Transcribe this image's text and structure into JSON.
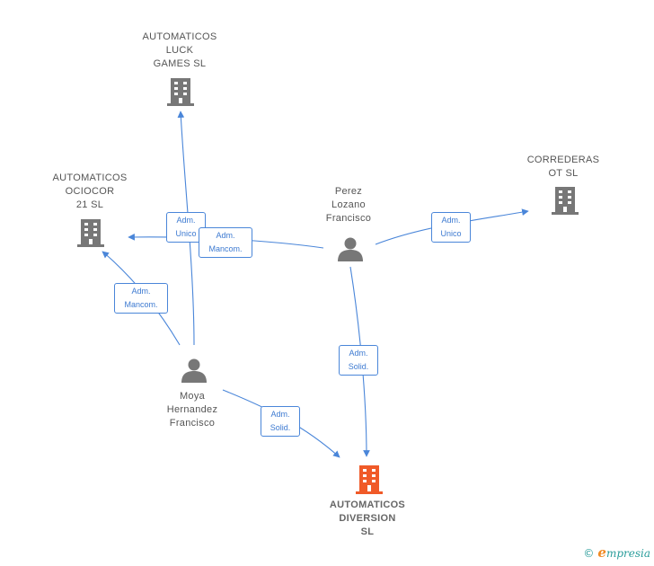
{
  "nodes": {
    "luck_games": {
      "label": "AUTOMATICOS\nLUCK\nGAMES  SL",
      "type": "company"
    },
    "ociocor": {
      "label": "AUTOMATICOS\nOCIOCOR\n21  SL",
      "type": "company"
    },
    "correderas": {
      "label": "CORREDERAS\nOT SL",
      "type": "company"
    },
    "diversion": {
      "label": "AUTOMATICOS\nDIVERSION\nSL",
      "type": "company-main"
    },
    "perez": {
      "label": "Perez\nLozano\nFrancisco",
      "type": "person"
    },
    "moya": {
      "label": "Moya\nHernandez\nFrancisco",
      "type": "person"
    }
  },
  "edges": [
    {
      "id": "moya-luck",
      "line1": "Adm.",
      "line2": "Unico"
    },
    {
      "id": "perez-ociocor",
      "line1": "Adm.",
      "line2": "Mancom."
    },
    {
      "id": "moya-ociocor",
      "line1": "Adm.",
      "line2": "Mancom."
    },
    {
      "id": "perez-correderas",
      "line1": "Adm.",
      "line2": "Unico"
    },
    {
      "id": "perez-diversion",
      "line1": "Adm.",
      "line2": "Solid."
    },
    {
      "id": "moya-diversion",
      "line1": "Adm.",
      "line2": "Solid."
    }
  ],
  "colors": {
    "edge": "#4a86d9",
    "company": "#777777",
    "company_main": "#f05a28",
    "person": "#777777"
  },
  "brand": {
    "copyright": "©",
    "initial": "e",
    "rest": "mpresia"
  }
}
